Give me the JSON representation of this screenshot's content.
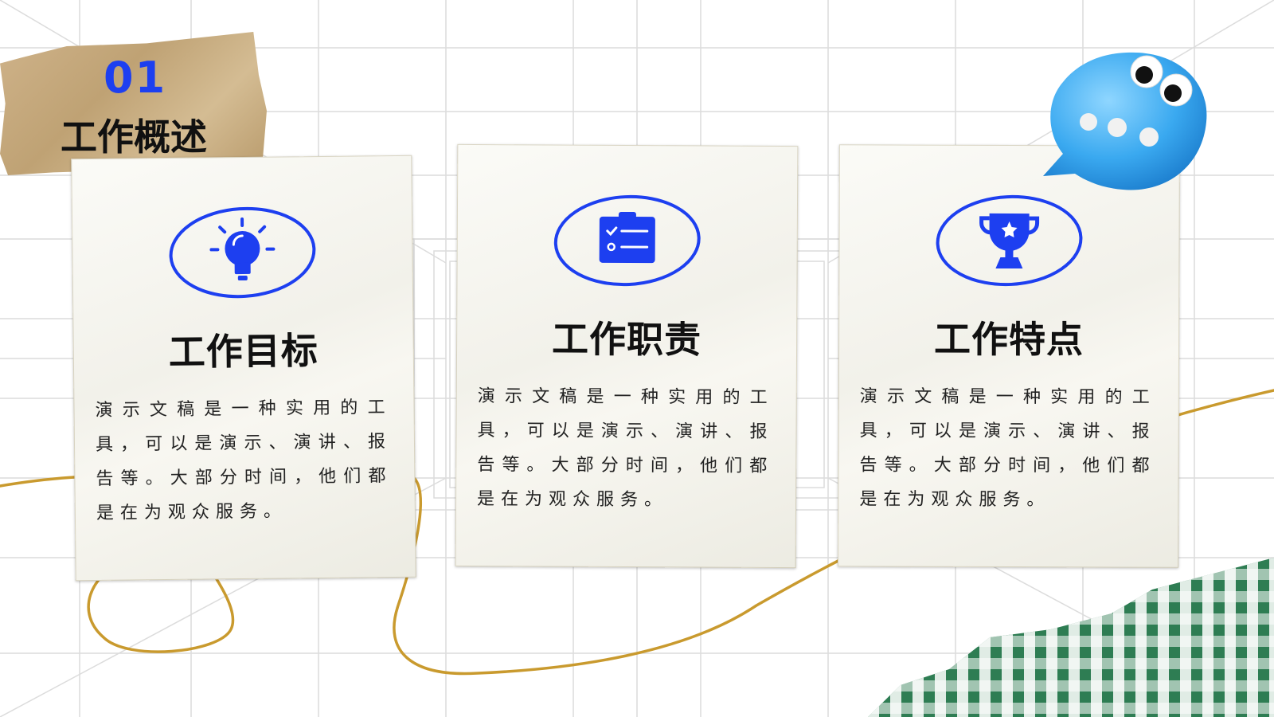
{
  "section": {
    "number": "01",
    "title": "工作概述"
  },
  "cards": [
    {
      "title": "工作目标",
      "icon": "lightbulb-icon",
      "body": "演示文稿是一种实用的工具，可以是演示、演讲、报告等。大部分时间，他们都是在为观众服务。"
    },
    {
      "title": "工作职责",
      "icon": "checklist-icon",
      "body": "演示文稿是一种实用的工具，可以是演示、演讲、报告等。大部分时间，他们都是在为观众服务。"
    },
    {
      "title": "工作特点",
      "icon": "trophy-icon",
      "body": "演示文稿是一种实用的工具，可以是演示、演讲、报告等。大部分时间，他们都是在为观众服务。"
    }
  ],
  "colors": {
    "accent": "#1d3ff0",
    "gold_line": "#c99a2e",
    "grid": "#d9d9d9",
    "checker": "#2e7d53"
  }
}
